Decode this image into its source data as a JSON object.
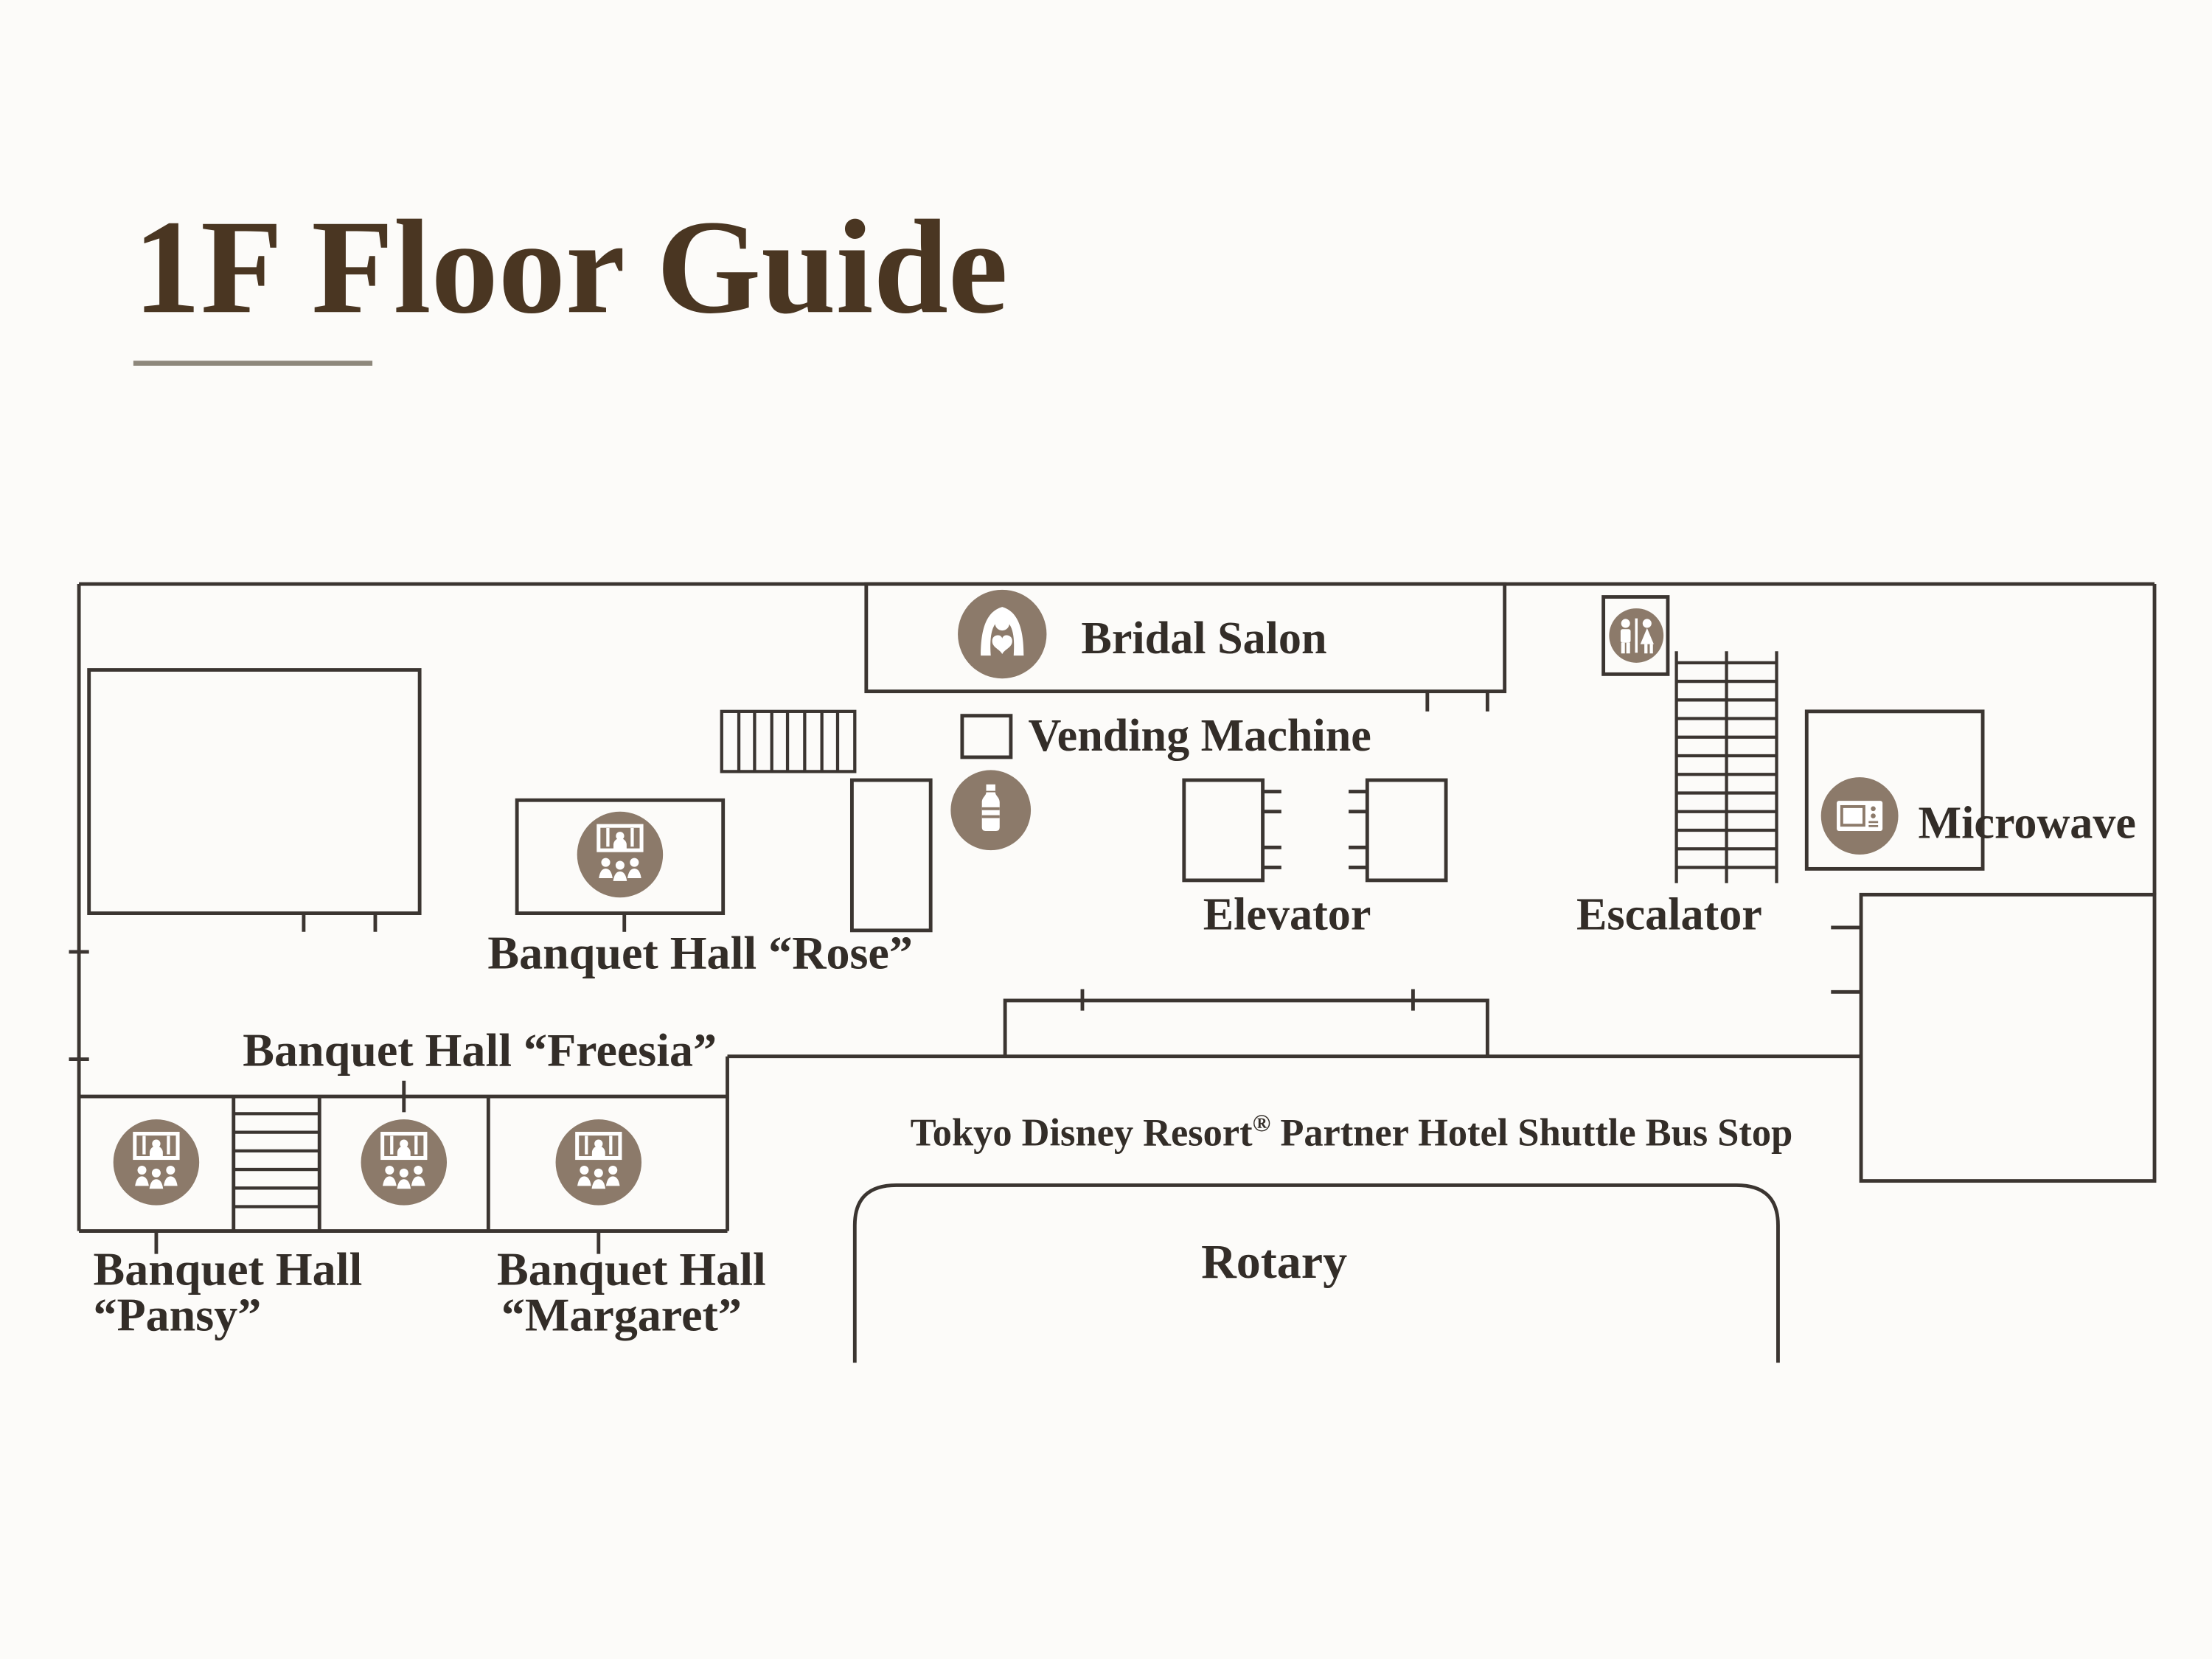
{
  "page": {
    "title": "1F Floor Guide",
    "background": "#fcfbf9"
  },
  "colors": {
    "line": "#3b3531",
    "label_text": "#332d28",
    "title_text": "#4a3622",
    "underline": "#8e887c",
    "icon_circle": "#8c7a6a",
    "icon_glyph": "#ffffff"
  },
  "labels": {
    "bridal_salon": "Bridal Salon",
    "vending_machine": "Vending Machine",
    "elevator": "Elevator",
    "escalator": "Escalator",
    "microwave": "Microwave",
    "banquet_rose": "Banquet Hall “Rose”",
    "banquet_freesia": "Banquet Hall “Freesia”",
    "banquet_pansy_line1": "Banquet Hall",
    "banquet_pansy_line2": "“Pansy”",
    "banquet_margaret_line1": "Banquet Hall",
    "banquet_margaret_line2": "“Margaret”",
    "shuttle_part1": "Tokyo Disney Resort",
    "shuttle_reg": "®",
    "shuttle_part2": " Partner Hotel Shuttle Bus Stop",
    "rotary": "Rotary"
  },
  "icons": [
    "bride-icon",
    "banquet-hall-icon-rose",
    "banquet-hall-icon-pansy",
    "banquet-hall-icon-freesia",
    "banquet-hall-icon-margaret",
    "bottle-icon",
    "restroom-icon",
    "microwave-icon",
    "escalator-steps-icon",
    "stairs-icon-top",
    "stairs-icon-bottom"
  ]
}
